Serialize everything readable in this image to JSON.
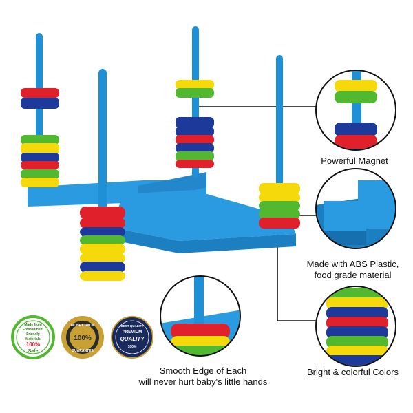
{
  "colors": {
    "rod": "#1f8fd6",
    "base": "#2a9be0",
    "red": "#e0202a",
    "blue": "#1d3a9a",
    "yellow": "#f5d90a",
    "green": "#52b830",
    "gold": "#c9a033",
    "navy": "#1a2a5c"
  },
  "callouts": {
    "magnet": "Powerful Magnet",
    "abs_line1": "Made with ABS Plastic,",
    "abs_line2": "food grade material",
    "colors_caption": "Bright & colorful Colors",
    "edge_line1": "Smooth Edge of Each",
    "edge_line2": "will never hurt baby's little hands"
  },
  "badges": {
    "safe": {
      "line1": "Made from",
      "line2": "Environment",
      "line3": "Friendly",
      "line4": "Materials",
      "line5": "100%",
      "line6": "Safe"
    },
    "money_back": {
      "top": "MONEY BACK",
      "big": "100%",
      "bottom": "GUARANTEE"
    },
    "quality": {
      "top": "BEST QUALITY",
      "mid": "PREMIUM",
      "big": "QUALITY",
      "bottom": "100%"
    }
  }
}
